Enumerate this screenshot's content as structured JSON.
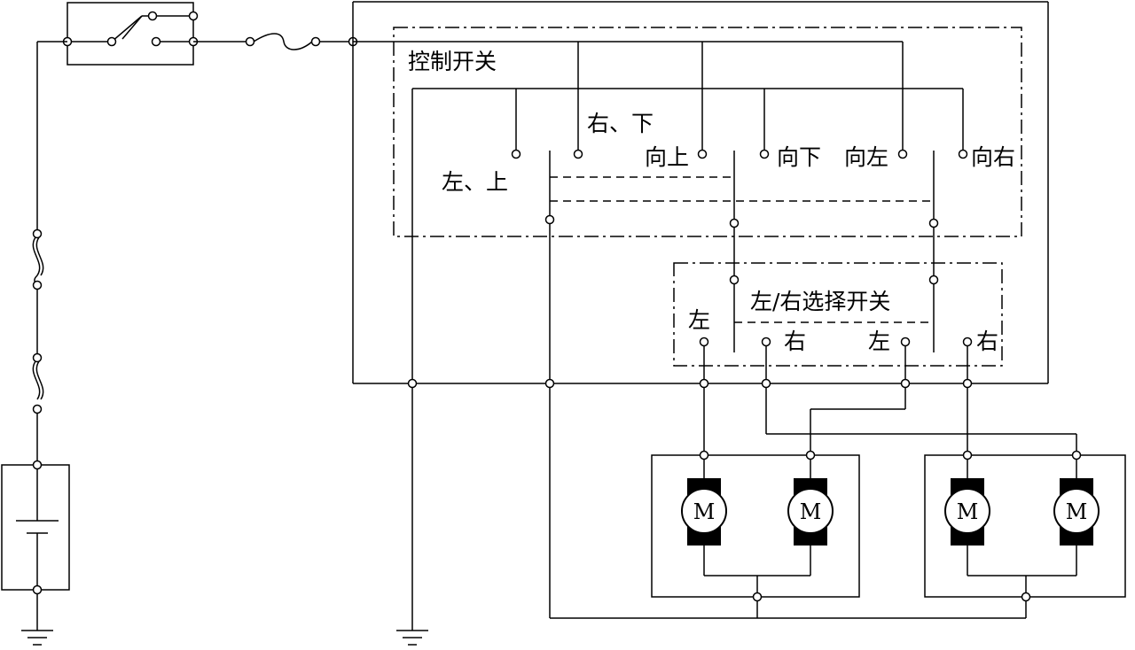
{
  "labels": {
    "control_switch": "控制开关",
    "right_down": "右、下",
    "left_up": "左、上",
    "up": "向上",
    "down": "向下",
    "left": "向左",
    "right": "向右",
    "selector_switch": "左/右选择开关",
    "sel_left": "左",
    "sel_right": "右",
    "motor_symbol": "M"
  }
}
